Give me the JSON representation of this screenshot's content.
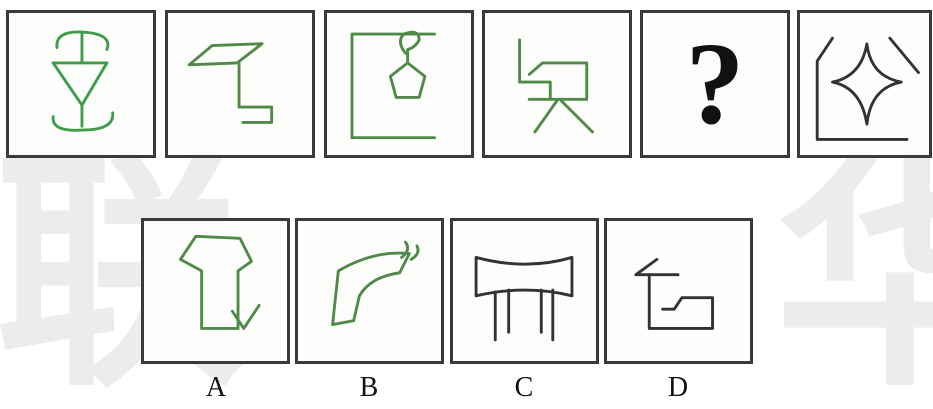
{
  "watermark": {
    "left_char": "联",
    "right_char": "华"
  },
  "question_row": {
    "panels": [
      {
        "name": "figure-1",
        "icon": "circle-triangle-figure"
      },
      {
        "name": "figure-2",
        "icon": "parallelogram-step-figure"
      },
      {
        "name": "figure-3",
        "icon": "pentagon-hook-figure"
      },
      {
        "name": "figure-4",
        "icon": "box-legs-figure"
      },
      {
        "name": "figure-5",
        "icon": "question-mark",
        "text": "?"
      },
      {
        "name": "figure-6",
        "icon": "star-frame-figure"
      }
    ]
  },
  "options": [
    {
      "label": "A",
      "icon": "pentagon-tail-figure"
    },
    {
      "label": "B",
      "icon": "curved-band-figure"
    },
    {
      "label": "C",
      "icon": "gate-figure"
    },
    {
      "label": "D",
      "icon": "step-box-figure"
    }
  ],
  "colors": {
    "line_green": "#3f9d49",
    "line_dark": "#333333",
    "border": "#3a3a3a"
  }
}
